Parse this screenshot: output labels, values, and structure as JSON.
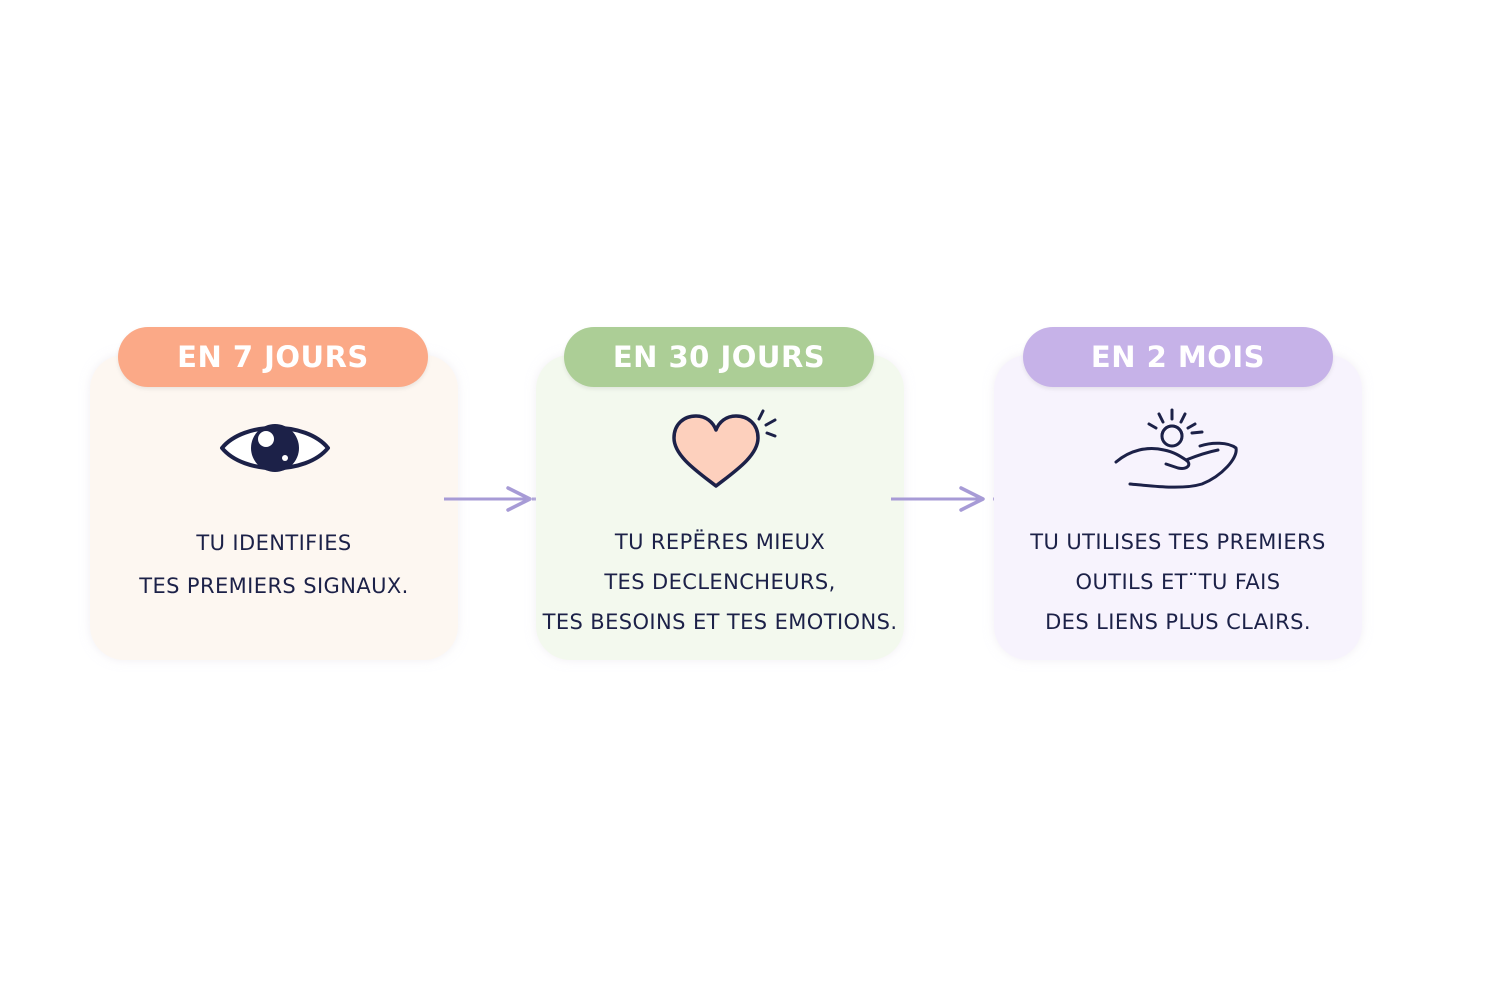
{
  "steps": [
    {
      "badge": "EN 7 JOURS",
      "icon": "eye-icon",
      "lines": [
        "TU IDENTIFIES",
        "TES PREMIERS SIGNAUX."
      ]
    },
    {
      "badge": "EN 30 JOURS",
      "icon": "heart-icon",
      "lines": [
        "TU REPËRES MIEUX",
        "TES DECLENCHEURS,",
        "TES BESOINS ET TES EMOTIONS."
      ]
    },
    {
      "badge": "EN 2 MOIS",
      "icon": "hand-sun-icon",
      "lines": [
        "TU UTILISES TES PREMIERS",
        "OUTILS ET¨TU FAIS",
        "DES LIENS PLUS CLAIRS."
      ]
    }
  ],
  "colors": {
    "step1_accent": "#fba987",
    "step2_accent": "#acce96",
    "step3_accent": "#c6b2e8",
    "text": "#1c2148",
    "arrow": "#a79bd6"
  }
}
